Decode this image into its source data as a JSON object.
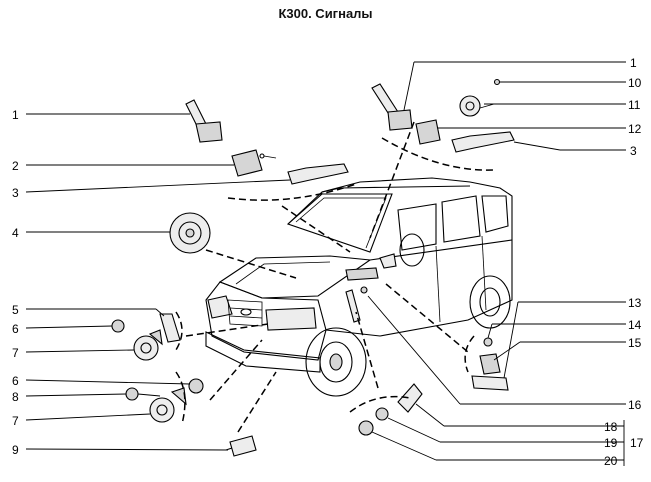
{
  "title": "К300. Сигналы",
  "callouts": {
    "l1": "1",
    "l2": "2",
    "l3": "3",
    "l4": "4",
    "l5": "5",
    "l6a": "6",
    "l7a": "7",
    "l6b": "6",
    "l8": "8",
    "l7b": "7",
    "l9": "9",
    "r1": "1",
    "r10": "10",
    "r11": "11",
    "r12": "12",
    "r3": "3",
    "r13": "13",
    "r14": "14",
    "r15": "15",
    "r16": "16",
    "r18": "18",
    "r19": "19",
    "r20": "20",
    "r17": "17"
  }
}
